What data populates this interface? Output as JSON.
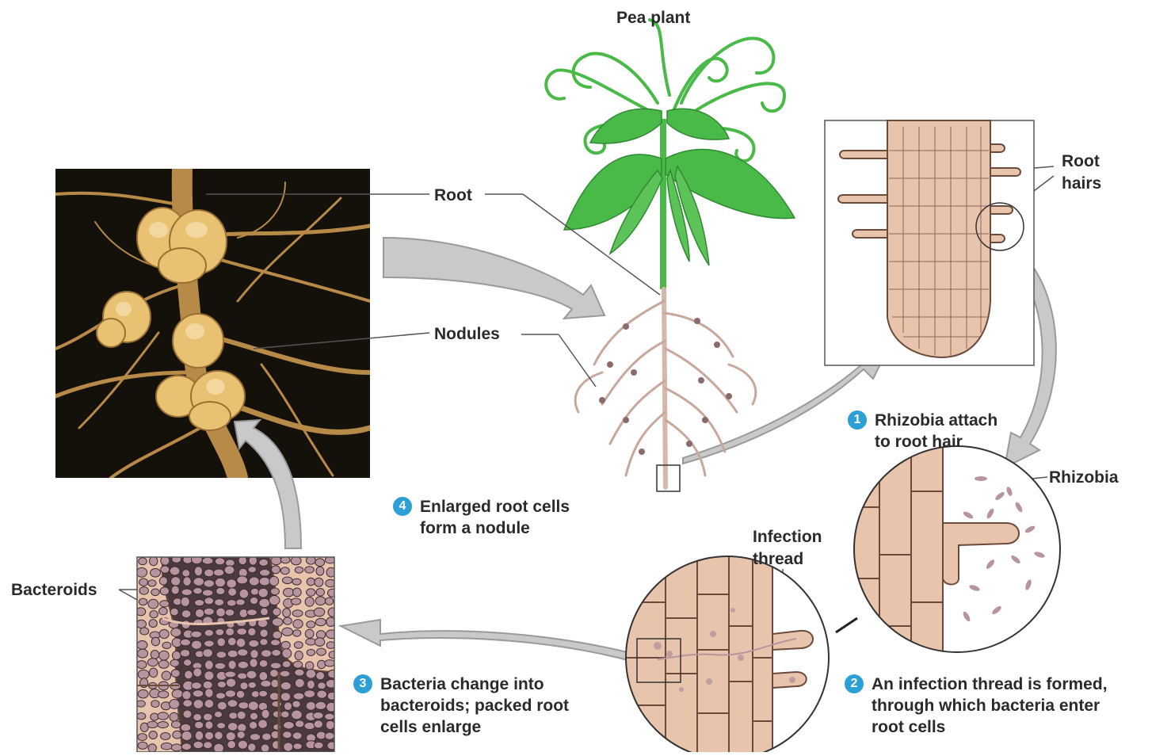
{
  "labels": {
    "pea_plant": "Pea plant",
    "root": "Root",
    "nodules": "Nodules",
    "root_hairs_1": "Root",
    "root_hairs_2": "hairs",
    "rhizobia": "Rhizobia",
    "infection_thread_1": "Infection",
    "infection_thread_2": "thread",
    "bacteroids": "Bacteroids"
  },
  "steps": [
    {
      "number": "1",
      "line1": "Rhizobia attach",
      "line2": "to root hair",
      "line3": ""
    },
    {
      "number": "2",
      "line1": "An infection thread is formed,",
      "line2": "through which bacteria enter",
      "line3": "root cells"
    },
    {
      "number": "3",
      "line1": "Bacteria change into",
      "line2": "bacteroids; packed root",
      "line3": "cells enlarge"
    },
    {
      "number": "4",
      "line1": "Enlarged root cells",
      "line2": "form a nodule",
      "line3": ""
    }
  ],
  "colors": {
    "leaf_green": "#49b948",
    "cell_fill": "#e9c4ad",
    "cell_stroke": "#6b4a3c",
    "bacteroid_fill": "#b7949e",
    "arrow_fill": "#c9c9c9",
    "step_badge": "#2b9fd6",
    "photo_bg": "#14100a",
    "nodule_color": "#e8c172"
  }
}
